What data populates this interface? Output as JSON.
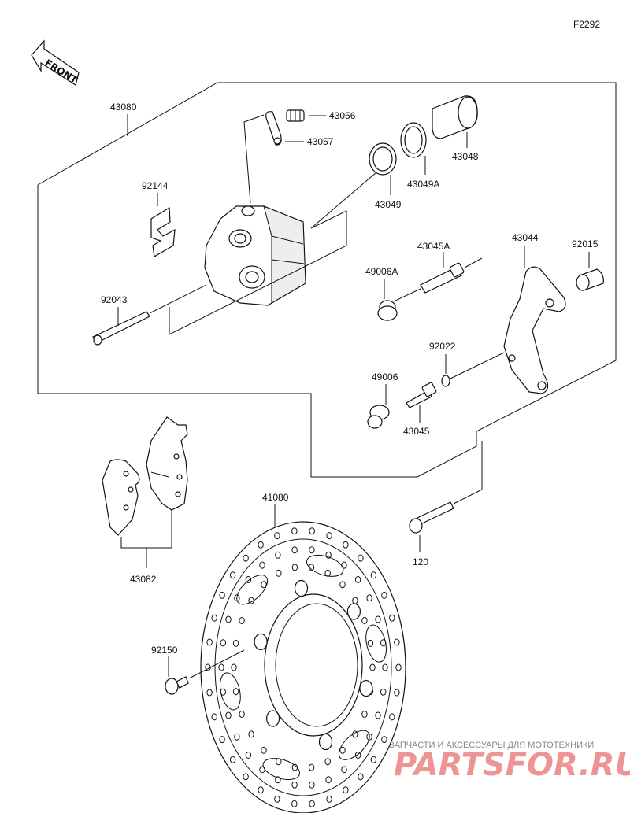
{
  "figure_code": "F2292",
  "front_arrow": "FRONT",
  "parts": {
    "p43080": "43080",
    "p43056": "43056",
    "p43057": "43057",
    "p43048": "43048",
    "p43049A": "43049A",
    "p43049": "43049",
    "p92144": "92144",
    "p43045A": "43045A",
    "p43044": "43044",
    "p92015": "92015",
    "p49006A": "49006A",
    "p92043": "92043",
    "p92022": "92022",
    "p49006": "49006",
    "p43045": "43045",
    "p41080": "41080",
    "p120": "120",
    "p43082": "43082",
    "p92150": "92150"
  },
  "watermark": {
    "tagline": "ЗАПЧАСТИ И АКСЕССУАРЫ ДЛЯ МОТОТЕХНИКИ",
    "brand": "PARTSFOR.RU"
  }
}
